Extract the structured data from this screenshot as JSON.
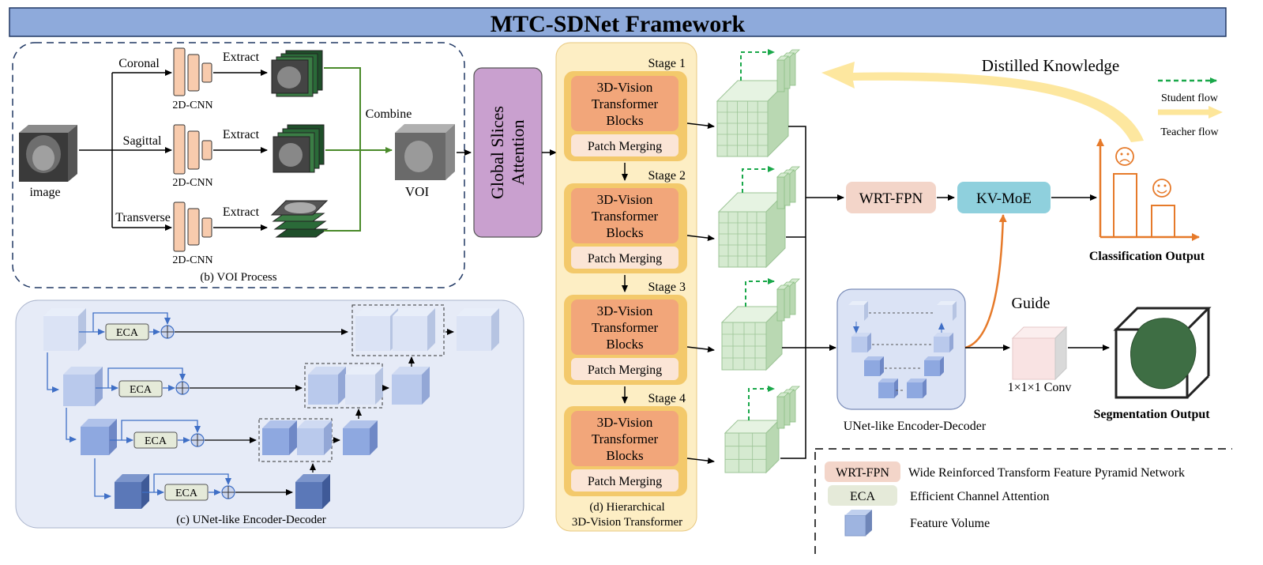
{
  "title": "MTC-SDNet Framework",
  "voi": {
    "caption": "(b) VOI Process",
    "input_label": "image",
    "views": [
      "Coronal",
      "Sagittal",
      "Transverse"
    ],
    "cnn_label": "2D-CNN",
    "extract_label": "Extract",
    "combine_label": "Combine",
    "voi_label": "VOI"
  },
  "gsa": {
    "line1": "Global Slices",
    "line2": "Attention"
  },
  "vit": {
    "caption_line1": "(d) Hierarchical",
    "caption_line2": "3D-Vision Transformer",
    "stages": [
      {
        "label": "Stage 1",
        "block": [
          "3D-Vision",
          "Transformer",
          "Blocks"
        ],
        "merge": "Patch Merging"
      },
      {
        "label": "Stage 2",
        "block": [
          "3D-Vision",
          "Transformer",
          "Blocks"
        ],
        "merge": "Patch Merging"
      },
      {
        "label": "Stage 3",
        "block": [
          "3D-Vision",
          "Transformer",
          "Blocks"
        ],
        "merge": "Patch Merging"
      },
      {
        "label": "Stage 4",
        "block": [
          "3D-Vision",
          "Transformer",
          "Blocks"
        ],
        "merge": "Patch Merging"
      }
    ]
  },
  "unet": {
    "caption": "(c) UNet-like Encoder-Decoder",
    "eca_label": "ECA",
    "small_caption": "UNet-like Encoder-Decoder"
  },
  "heads": {
    "fpn": "WRT-FPN",
    "moe": "KV-MoE",
    "distilled": "Distilled Knowledge",
    "student": "Student flow",
    "teacher": "Teacher flow",
    "classification": "Classification Output",
    "guide": "Guide",
    "conv": "1×1×1 Conv",
    "segmentation": "Segmentation Output"
  },
  "legend": [
    {
      "key": "WRT-FPN",
      "desc": "Wide Reinforced Transform Feature Pyramid Network"
    },
    {
      "key": "ECA",
      "desc": "Efficient Channel Attention"
    },
    {
      "key": "",
      "desc": "Feature Volume"
    }
  ],
  "colors": {
    "title_bar": "#8eaadb",
    "voi_panel_border": "#203864",
    "gsa": "#c9a0cf",
    "vit_panel": "#fdeec4",
    "stage_outer": "#f3c96b",
    "block": "#f2a67a",
    "merge": "#fbe5d6",
    "feature_green": "#d5ead0",
    "student": "#1aa84a",
    "teacher": "#fde69a",
    "fpn": "#f3d5c9",
    "moe": "#8fd0dd",
    "class_axis": "#e67a2a",
    "unet_panel": "#e6ebf7",
    "eca": "#e5ead9",
    "cube": "#9eb4e0"
  }
}
